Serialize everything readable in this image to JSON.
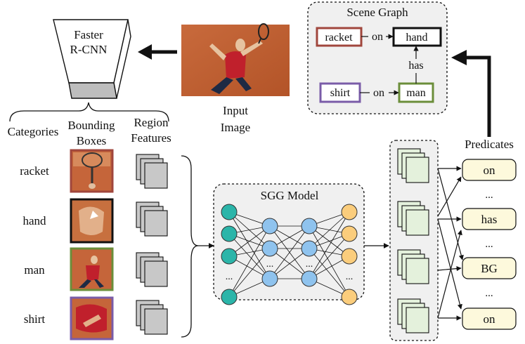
{
  "detector": {
    "line1": "Faster",
    "line2": "R-CNN"
  },
  "input_image": {
    "line1": "Input",
    "line2": "Image"
  },
  "scene_graph": {
    "title": "Scene Graph",
    "nodes": {
      "racket": "racket",
      "hand": "hand",
      "shirt": "shirt",
      "man": "man"
    },
    "edges": {
      "racket_hand": "on",
      "man_hand": "has",
      "shirt_man": "on"
    },
    "colors": {
      "racket": "#a0463c",
      "hand": "#111111",
      "shirt": "#7a5ca8",
      "man": "#6b8e3a"
    }
  },
  "columns": {
    "categories": "Categories",
    "boxes_line1": "Bounding",
    "boxes_line2": "Boxes",
    "features_line1": "Region",
    "features_line2": "Features"
  },
  "categories": [
    "racket",
    "hand",
    "man",
    "shirt"
  ],
  "sgg_model": {
    "title": "SGG Model",
    "ellipsis": "..."
  },
  "predicates": {
    "title": "Predicates",
    "items": [
      "on",
      "has",
      "BG",
      "on"
    ],
    "ellipsis": "..."
  },
  "colors": {
    "layer_in": "#2bb5a9",
    "layer_hidden": "#8fc3ee",
    "layer_out": "#fbcd7c",
    "predicate_fill": "#fdf9dc",
    "feature_gray": "#c8c8c8",
    "feature_green": "#e4f1dc"
  }
}
